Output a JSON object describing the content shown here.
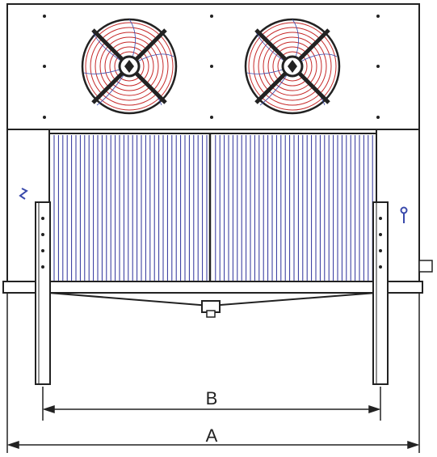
{
  "diagram": {
    "fan_count": 2,
    "fin_color": "#2b2f9a",
    "guard_color": "#c62828",
    "line_color": "#222222",
    "dimensions": {
      "b_label": "B",
      "a_label": "A"
    }
  }
}
